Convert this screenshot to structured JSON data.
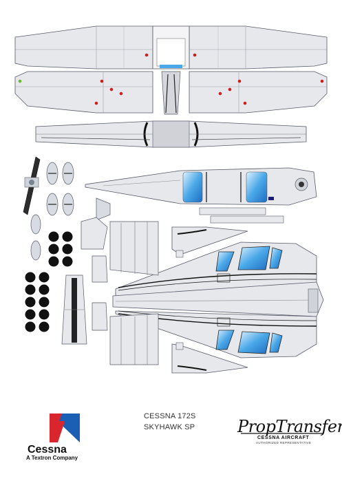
{
  "title": {
    "line1": "CESSNA 172S",
    "line2": "SKYHAWK SP"
  },
  "cessna_logo": {
    "name": "Cessna",
    "tagline": "A Textron Company"
  },
  "prop_transfer_logo": {
    "name": "PropTransfer",
    "subtitle": "CESSNA AIRCRAFT",
    "subtitle2": "AUTHORIZED REPRESENTATIVE"
  },
  "colors": {
    "panel_fill": "#e7e8ec",
    "outline": "#555a66",
    "window_blue": "#4aa8e8",
    "accent_red": "#cc1f1f",
    "black": "#111111",
    "logo_red": "#d9262e",
    "logo_blue": "#1a5fb4"
  }
}
